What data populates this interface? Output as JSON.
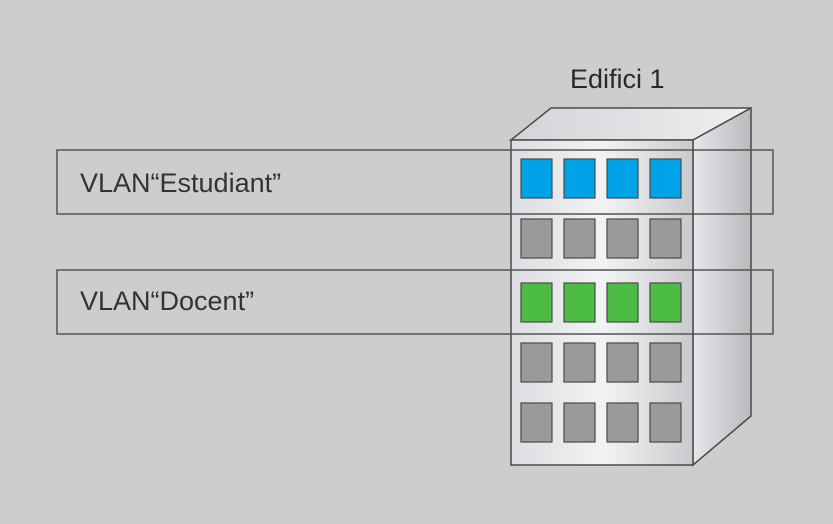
{
  "building": {
    "title": "Edifici 1",
    "floors": [
      {
        "windows": 4,
        "status": "vlan-estudiant"
      },
      {
        "windows": 4,
        "status": "unassigned"
      },
      {
        "windows": 4,
        "status": "vlan-docent"
      },
      {
        "windows": 4,
        "status": "unassigned"
      },
      {
        "windows": 4,
        "status": "unassigned"
      }
    ]
  },
  "vlans": [
    {
      "id": "estudiant",
      "label": "VLAN“Estudiant”",
      "color": "#00a3e8",
      "floor": 1
    },
    {
      "id": "docent",
      "label": "VLAN“Docent”",
      "color": "#4cbc45",
      "floor": 3
    }
  ],
  "colors": {
    "background": "#cdcdcd",
    "unassigned_window": "#9a9a9a",
    "outline": "#4a4a4a"
  }
}
